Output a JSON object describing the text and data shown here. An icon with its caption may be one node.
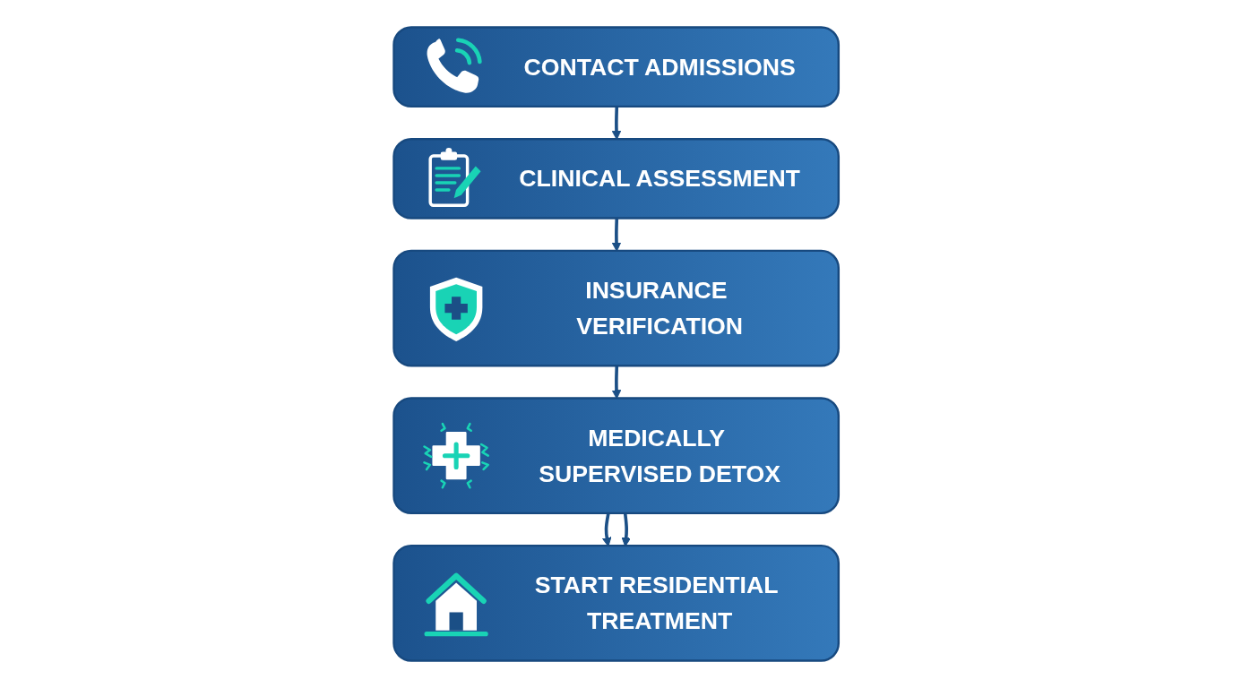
{
  "diagram": {
    "nodes": [
      {
        "text": [
          "CONTACT ADMISSIONS"
        ]
      },
      {
        "text": [
          "CLINICAL ASSESSMENT"
        ]
      },
      {
        "text": [
          "INSURANCE VERIFICATION"
        ]
      },
      {
        "text": [
          "MEDICALLY SUPERVISED DETOX"
        ]
      },
      {
        "text": [
          "START RESIDENTIAL TREATMENT"
        ]
      }
    ],
    "edges": [
      {
        "from": 0,
        "to": 1,
        "arrow": "to"
      },
      {
        "from": 1,
        "to": 2,
        "arrow": "to"
      },
      {
        "from": 2,
        "to": 3,
        "arrow": "to"
      },
      {
        "from": 3,
        "to": 4,
        "arrow": "to"
      },
      {
        "from": 3,
        "to": 4,
        "arrow": "to"
      }
    ]
  }
}
